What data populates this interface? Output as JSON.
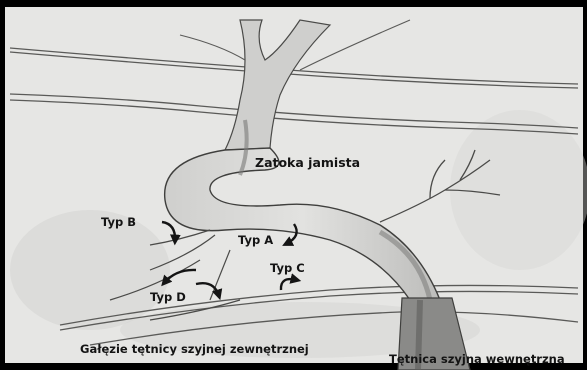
{
  "labels": {
    "zatoka": "Zatoka jamista",
    "typ_a": "Typ  A",
    "typ_b": "Typ B",
    "typ_c": "Typ C",
    "typ_d": "Typ D",
    "galezie": "Gałęzie tętnicy szyjnej zewnętrznej",
    "tetnica": "Tętnica szyjna wewnętrzna"
  },
  "colors": {
    "background": "#000000",
    "paper": "#e6e6e4",
    "ink": "#141414",
    "shade": "#8a8a88"
  }
}
